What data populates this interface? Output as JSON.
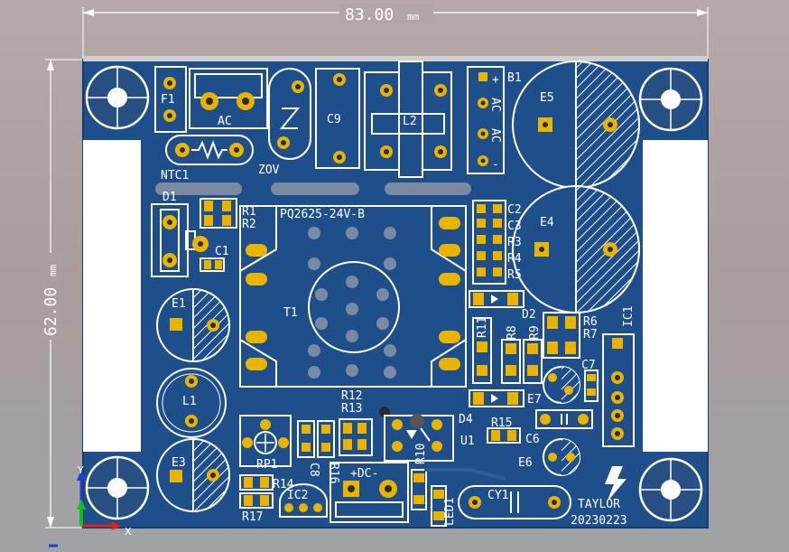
{
  "dimensions": {
    "width_label": "83.00",
    "height_label": "62.00",
    "unit": "mm"
  },
  "axes": {
    "x": "X",
    "y": "Y"
  },
  "board": {
    "color": "#1f4f8a",
    "pad_color": "#e8b400",
    "silk_color": "#ffffff"
  },
  "labels": {
    "f1": "F1",
    "ac": "AC",
    "ntc1": "NTC1",
    "zov": "ZOV",
    "c9": "C9",
    "l2": "L2",
    "b1": "B1",
    "b1_plus": "+",
    "b1_ac1": "AC",
    "b1_ac2": "AC",
    "b1_minus": "-",
    "e5": "E5",
    "e4": "E4",
    "d1": "D1",
    "r1": "R1",
    "r2": "R2",
    "c1": "C1",
    "transformer": "PQ2625-24V-B",
    "t1": "T1",
    "c2": "C2",
    "c3": "C3",
    "r3": "R3",
    "r4": "R4",
    "r5": "R5",
    "d2": "D2",
    "e1": "E1",
    "l1": "L1",
    "e3": "E3",
    "r11": "R11",
    "r8": "R8",
    "r9": "R9",
    "r6": "R6",
    "r7": "R7",
    "ic1": "IC1",
    "c7": "C7",
    "e7": "E7",
    "r12": "R12",
    "r13": "R13",
    "d4": "D4",
    "u1": "U1",
    "r15": "R15",
    "c6": "C6",
    "e6": "E6",
    "rp1": "RP1",
    "c8": "C8",
    "r16": "R16",
    "r14": "R14",
    "r17": "R17",
    "ic2": "IC2",
    "dc": "+DC-",
    "r10": "R10",
    "led1": "LED1",
    "cy1": "CY1",
    "author": "TAYLOR",
    "date": "20230223"
  }
}
